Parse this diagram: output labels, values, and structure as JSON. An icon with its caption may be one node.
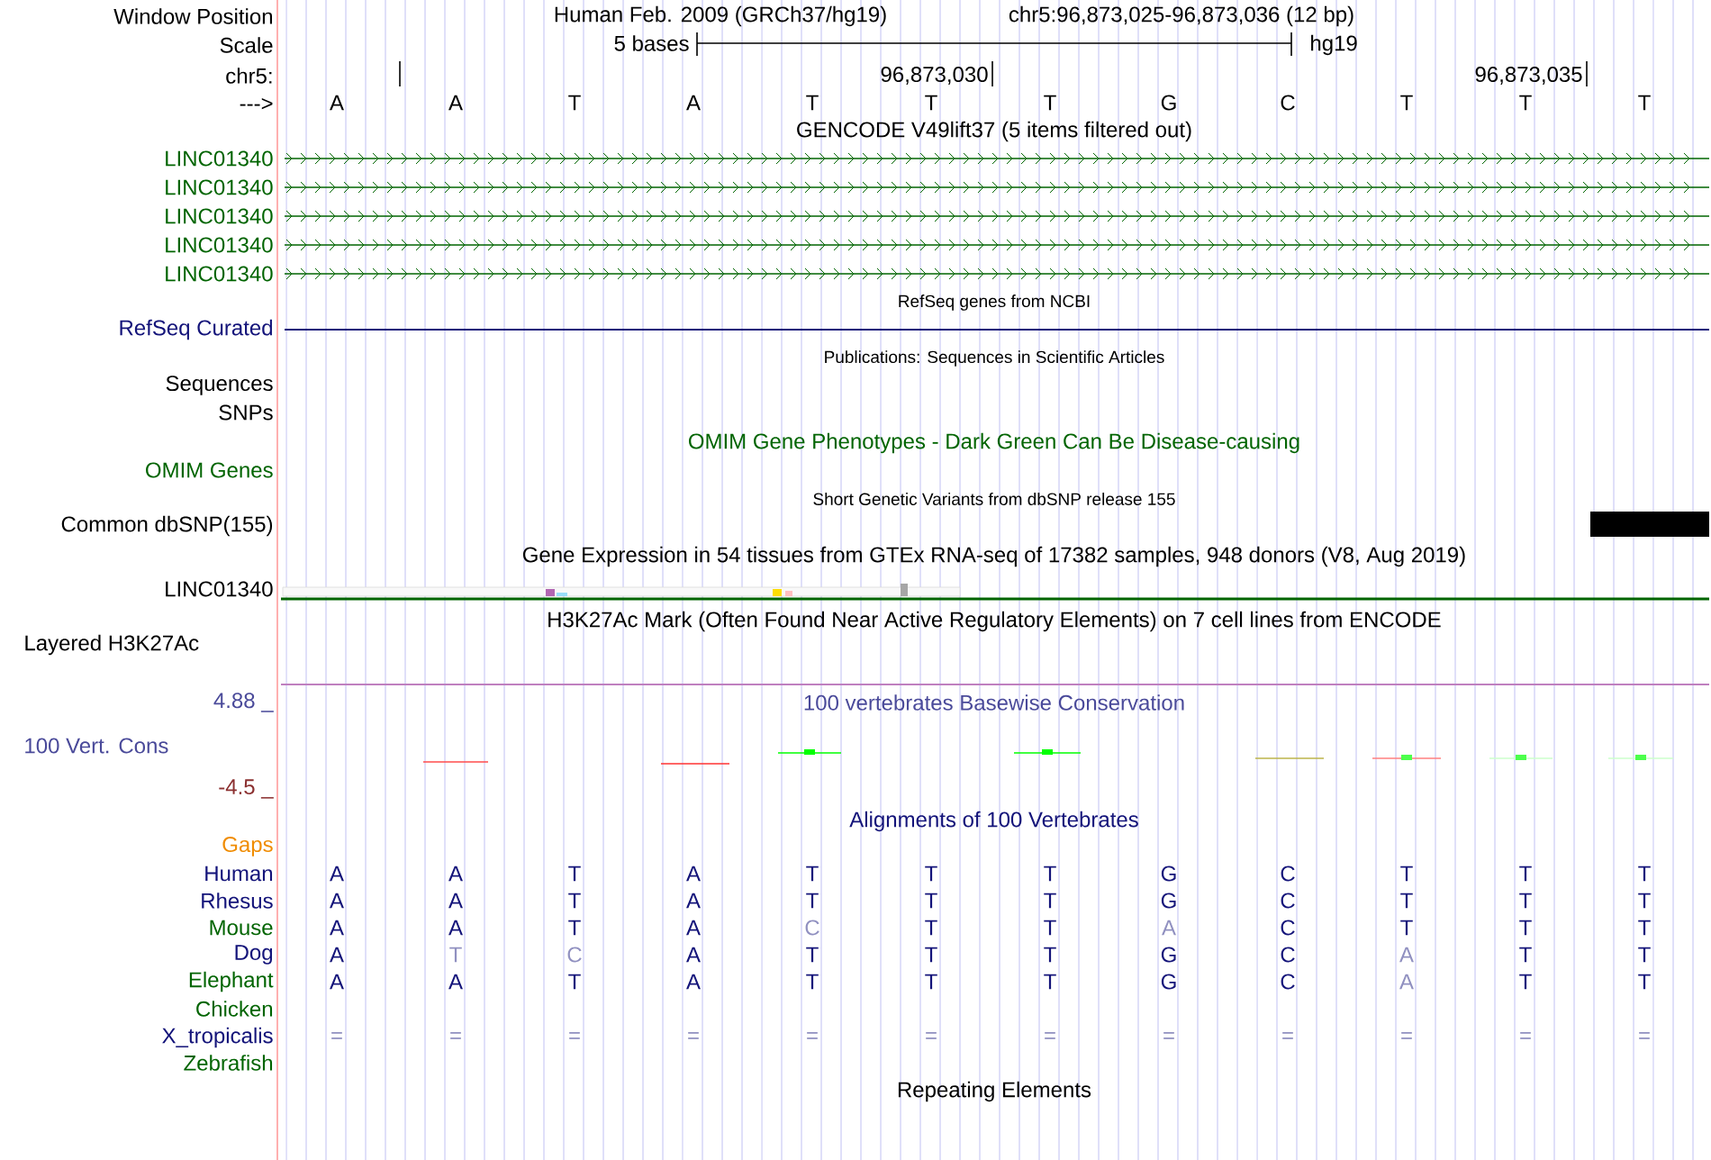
{
  "diagram": {
    "labels": [
      "Window Position",
      "Human Feb. 2009 (GRCh37/hg19)",
      "chr5:96,873,025-96,873,036 (12 bp)",
      "Scale",
      "5 bases",
      "hg19",
      "chr5:",
      "96,873,030",
      "96,873,035",
      "--->",
      "A",
      "A",
      "T",
      "A",
      "T",
      "T",
      "T",
      "G",
      "C",
      "T",
      "T",
      "T",
      "GENCODE V49lift37 (5 items filtered out)",
      "LINC01340",
      "LINC01340",
      "LINC01340",
      "LINC01340",
      "LINC01340",
      "RefSeq genes from NCBI",
      "RefSeq Curated",
      "Publications: Sequences in Scientific Articles",
      "Sequences",
      "SNPs",
      "OMIM Gene Phenotypes - Dark Green Can Be Disease-causing",
      "OMIM Genes",
      "Short Genetic Variants from dbSNP release 155",
      "Common dbSNP(155)",
      "Gene Expression in 54 tissues from GTEx RNA-seq of 17382 samples, 948 donors (V8, Aug 2019)",
      "LINC01340",
      "H3K27Ac Mark (Often Found Near Active Regulatory Elements) on 7 cell lines from ENCODE",
      "Layered H3K27Ac",
      "4.88 _",
      "100 vertebrates Basewise Conservation",
      "100 Vert. Cons",
      "-4.5 _",
      "Alignments of 100 Vertebrates",
      "Gaps",
      "Human",
      "A",
      "A",
      "T",
      "A",
      "T",
      "T",
      "T",
      "G",
      "C",
      "T",
      "T",
      "T",
      "Rhesus",
      "A",
      "A",
      "T",
      "A",
      "T",
      "T",
      "T",
      "G",
      "C",
      "T",
      "T",
      "T",
      "Mouse",
      "A",
      "A",
      "T",
      "A",
      "C",
      "T",
      "T",
      "A",
      "C",
      "T",
      "T",
      "T",
      "Dog",
      "A",
      "T",
      "C",
      "A",
      "T",
      "T",
      "T",
      "G",
      "C",
      "A",
      "T",
      "T",
      "Elephant",
      "A",
      "A",
      "T",
      "A",
      "T",
      "T",
      "T",
      "G",
      "C",
      "A",
      "T",
      "T",
      "Chicken",
      "X_tropicalis",
      "=",
      "=",
      "=",
      "=",
      "=",
      "=",
      "=",
      "=",
      "=",
      "=",
      "=",
      "=",
      "Zebrafish",
      "Repeating Elements"
    ]
  }
}
